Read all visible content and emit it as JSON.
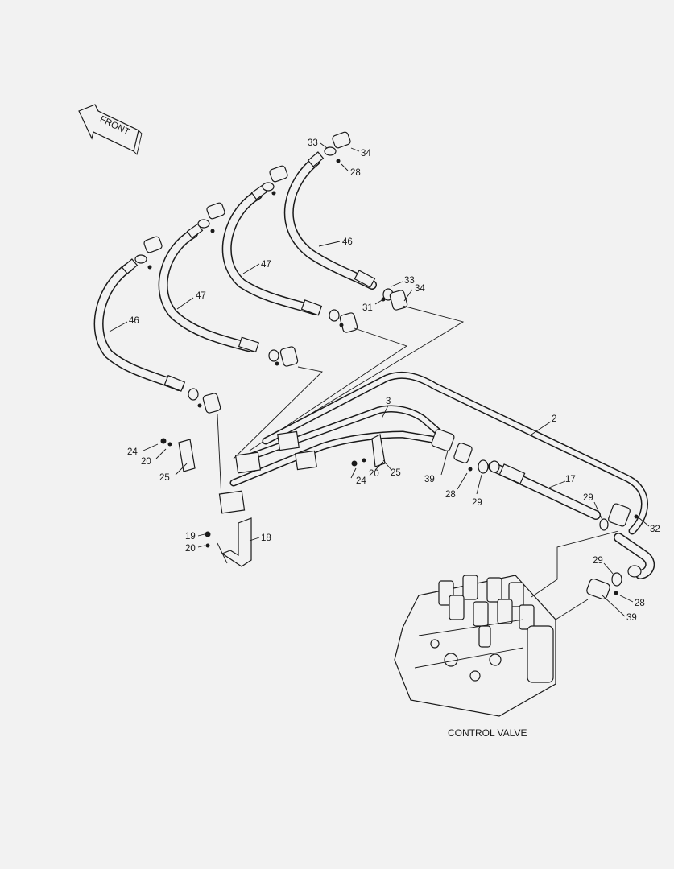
{
  "direction_arrow": {
    "label": "FRONT"
  },
  "caption": "CONTROL VALVE",
  "callouts": [
    {
      "id": "c33a",
      "text": "33"
    },
    {
      "id": "c34a",
      "text": "34"
    },
    {
      "id": "c28a",
      "text": "28"
    },
    {
      "id": "c46a",
      "text": "46"
    },
    {
      "id": "c47a",
      "text": "47"
    },
    {
      "id": "c47b",
      "text": "47"
    },
    {
      "id": "c46b",
      "text": "46"
    },
    {
      "id": "c33b",
      "text": "33"
    },
    {
      "id": "c34b",
      "text": "34"
    },
    {
      "id": "c31",
      "text": "31"
    },
    {
      "id": "c3",
      "text": "3"
    },
    {
      "id": "c2",
      "text": "2"
    },
    {
      "id": "c24a",
      "text": "24"
    },
    {
      "id": "c20a",
      "text": "20"
    },
    {
      "id": "c25a",
      "text": "25"
    },
    {
      "id": "c20b",
      "text": "20"
    },
    {
      "id": "c24b",
      "text": "24"
    },
    {
      "id": "c25b",
      "text": "25"
    },
    {
      "id": "c39a",
      "text": "39"
    },
    {
      "id": "c28b",
      "text": "28"
    },
    {
      "id": "c29a",
      "text": "29"
    },
    {
      "id": "c17",
      "text": "17"
    },
    {
      "id": "c29b",
      "text": "29"
    },
    {
      "id": "c32",
      "text": "32"
    },
    {
      "id": "c19",
      "text": "19"
    },
    {
      "id": "c20c",
      "text": "20"
    },
    {
      "id": "c18",
      "text": "18"
    },
    {
      "id": "c29c",
      "text": "29"
    },
    {
      "id": "c28c",
      "text": "28"
    },
    {
      "id": "c39b",
      "text": "39"
    }
  ]
}
